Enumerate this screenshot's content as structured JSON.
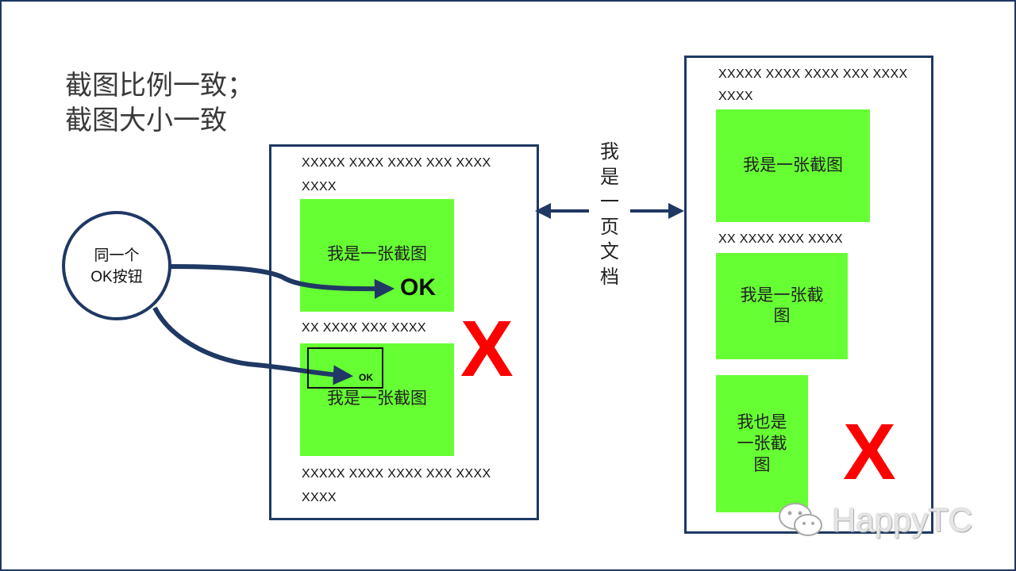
{
  "title": {
    "line1": "截图比例一致；",
    "line2": "截图大小一致"
  },
  "left_doc": {
    "top_text_1": "XXXXX XXXX XXXX XXX XXXX",
    "top_text_2": "XXXX",
    "screenshot_1": "我是一张截图",
    "middle_text": "XX XXXX XXX XXXX",
    "screenshot_2": "我是一张截图",
    "bottom_text_1": "XXXXX XXXX XXXX XXX XXXX",
    "bottom_text_2": "XXXX"
  },
  "right_doc": {
    "top_text_1": "XXXXX XXXX XXXX XXX XXXX",
    "top_text_2": "XXXX",
    "screenshot_1": "我是一张截图",
    "middle_text": "XX XXXX XXX XXXX",
    "screenshot_2_line1": "我是一张截",
    "screenshot_2_line2": "图",
    "screenshot_3_line1": "我也是",
    "screenshot_3_line2": "一张截",
    "screenshot_3_line3": "图"
  },
  "page_label": [
    "我",
    "是",
    "一",
    "页",
    "文",
    "档"
  ],
  "circle": {
    "line1": "同一个",
    "line2": "OK按钮"
  },
  "ok_big": "OK",
  "ok_small": "OK",
  "x_mark": "X",
  "watermark": "HappyTC",
  "colors": {
    "navy": "#1f3864",
    "screenshot_green": "#66ff33",
    "x_red": "#ff0000"
  }
}
